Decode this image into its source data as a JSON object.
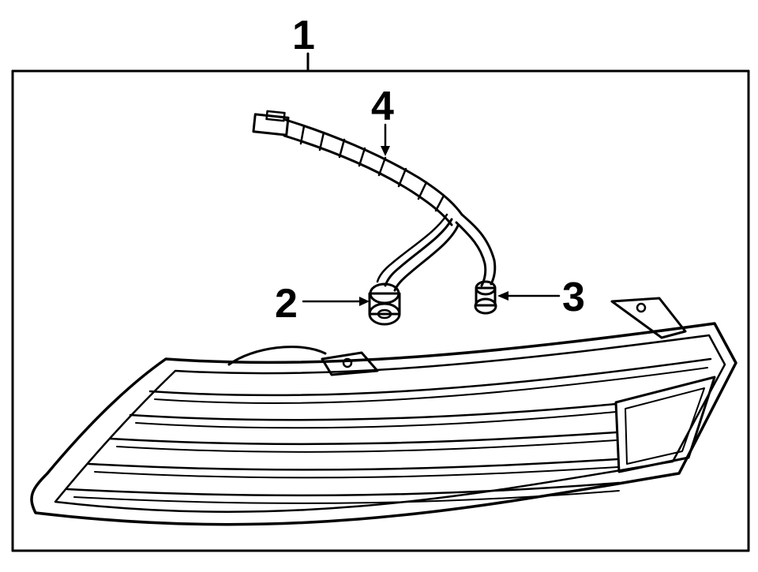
{
  "callouts": {
    "assembly": "1",
    "socket_large": "2",
    "socket_small": "3",
    "harness": "4"
  },
  "colors": {
    "line": "#000000",
    "background": "#ffffff"
  }
}
